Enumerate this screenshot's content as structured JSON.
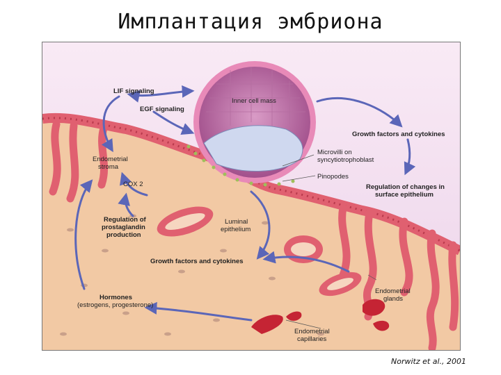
{
  "title": "Имплантация эмбриона",
  "citation": "Norwitz et al., 2001",
  "labels": {
    "lif": "LIF signaling",
    "egf": "EGF signaling",
    "inner_cell_mass": "Inner cell mass",
    "growth_factors_top": "Growth factors and cytokines",
    "microvilli_1": "Microvilli on",
    "microvilli_2": "syncytiotrophoblast",
    "pinopodes": "Pinopodes",
    "regulation_surface_1": "Regulation of changes in",
    "regulation_surface_2": "surface epithelium",
    "endometrial_stroma_1": "Endometrial",
    "endometrial_stroma_2": "stroma",
    "cox2": "COX 2",
    "prostaglandin_1": "Regulation of",
    "prostaglandin_2": "prostaglandin",
    "prostaglandin_3": "production",
    "luminal_1": "Luminal",
    "luminal_2": "epithelium",
    "growth_factors_mid": "Growth factors and cytokines",
    "hormones_1": "Hormones",
    "hormones_2": "(estrogens, progesterone)",
    "glands_1": "Endometrial",
    "glands_2": "glands",
    "capillaries_1": "Endometrial",
    "capillaries_2": "capillaries"
  },
  "colors": {
    "arrow": "#5b66b8",
    "stroma": "#f2c9a4",
    "epithelium": "#e06070",
    "embryo": "#c87ab0",
    "background_top": "#f6e3f1"
  }
}
